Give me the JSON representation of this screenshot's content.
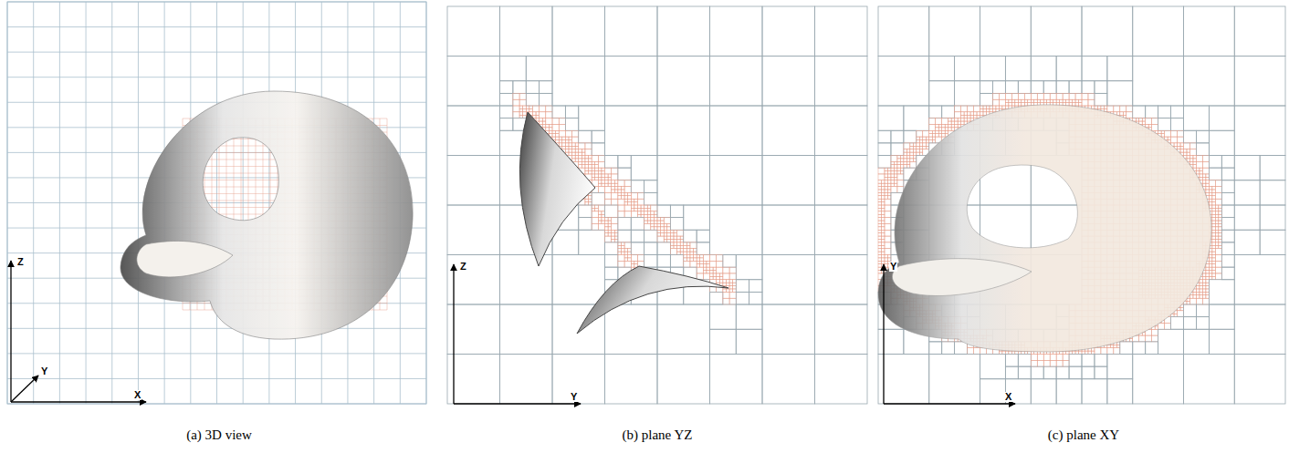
{
  "diagram": {
    "labels": [
      "Z",
      "Y",
      "X",
      "(a) 3D view",
      "Z",
      "Y",
      "(b) plane YZ",
      "Y",
      "X",
      "(c) plane XY"
    ]
  }
}
